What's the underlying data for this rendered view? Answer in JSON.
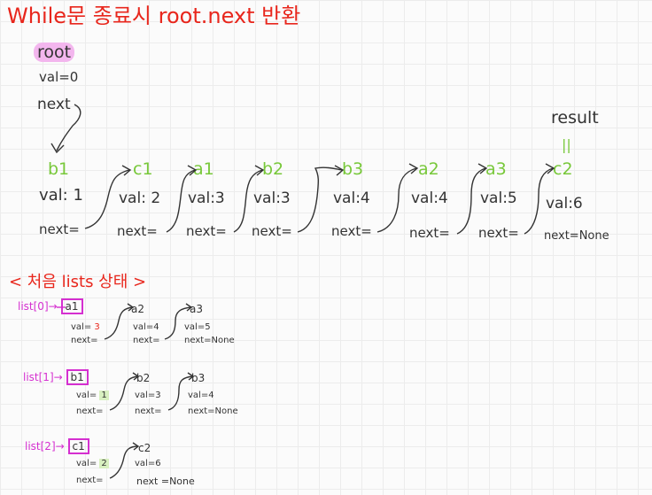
{
  "title": "While문 종료시 root.next 반환",
  "root": {
    "label": "root",
    "val": "val=0",
    "next": "next"
  },
  "result": {
    "label": "result",
    "eq": "||"
  },
  "chain": [
    {
      "name": "b1",
      "val": "val: 1",
      "next": "next="
    },
    {
      "name": "c1",
      "val": "val: 2",
      "next": "next="
    },
    {
      "name": "a1",
      "val": "val:3",
      "next": "next="
    },
    {
      "name": "b2",
      "val": "val:3",
      "next": "next="
    },
    {
      "name": "b3",
      "val": "val:4",
      "next": "next="
    },
    {
      "name": "a2",
      "val": "val:4",
      "next": "next="
    },
    {
      "name": "a3",
      "val": "val:5",
      "next": "next="
    },
    {
      "name": "c2",
      "val": "val:6",
      "next": "next=None"
    }
  ],
  "initial": {
    "heading": "< 처음 lists 상태 >",
    "lists": [
      {
        "label": "list[0]→",
        "head": "a1",
        "nodes": [
          {
            "name": "",
            "val": "val= 3",
            "next": "next="
          },
          {
            "name": "a2",
            "val": "val=4",
            "next": "next="
          },
          {
            "name": "a3",
            "val": "val=5",
            "next": "next=None"
          }
        ]
      },
      {
        "label": "list[1]→",
        "head": "b1",
        "nodes": [
          {
            "name": "",
            "val": "val= 1",
            "next": "next="
          },
          {
            "name": "b2",
            "val": "val=3",
            "next": "next="
          },
          {
            "name": "b3",
            "val": "val=4",
            "next": "next=None"
          }
        ]
      },
      {
        "label": "list[2]→",
        "head": "c1",
        "nodes": [
          {
            "name": "",
            "val": "val= 2",
            "next": "next="
          },
          {
            "name": "c2",
            "val": "val=6",
            "next": "next =None"
          }
        ]
      }
    ]
  },
  "colors": {
    "title": "#e8261c",
    "nodes": "#78c83a",
    "box": "#d52fd0",
    "highlight": "#f3b6ee"
  }
}
